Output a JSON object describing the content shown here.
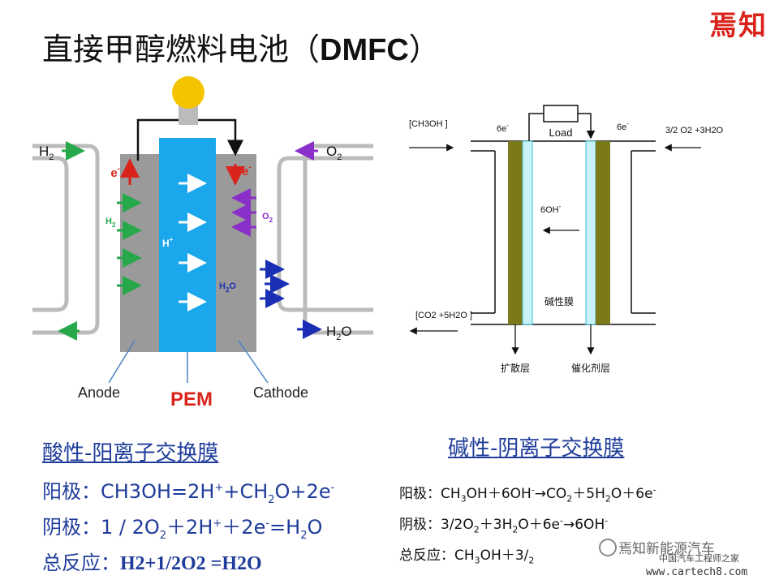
{
  "title": {
    "text": "直接甲醇燃料电池（",
    "bold": "DMFC",
    "end": "）"
  },
  "logo": "焉知",
  "acid_diagram": {
    "h2_in": "H",
    "h2_sub": "2",
    "o2_in": "O",
    "o2_sub": "2",
    "e_left": "e",
    "e_right": "e",
    "e_sup": "-",
    "h2_inner": "H",
    "h2_inner_sub": "2",
    "o2_inner": "O",
    "o2_inner_sub": "2",
    "hplus": "H",
    "hplus_sup": "+",
    "h2o_inner": "H",
    "h2o_inner_sub": "2",
    "h2o_inner_tail": "O",
    "h2o_out": "H",
    "h2o_out_sub": "2",
    "h2o_out_tail": "O",
    "anode": "Anode",
    "cathode": "Cathode",
    "pem": "PEM"
  },
  "alkaline_diagram": {
    "ch3oh_in": "[CH3OH ]",
    "e_left": "6e",
    "e_right": "6e",
    "e_sup": "-",
    "load": "Load",
    "o2_in": "3/2 O2 +3H2O",
    "oh": "6OH",
    "oh_sup": "-",
    "membrane": "碱性膜",
    "co2_out": "[CO2 +5H2O ]",
    "diffusion": "扩散层",
    "catalyst": "催化剂层"
  },
  "acid": {
    "heading": "酸性-阳离子交换膜",
    "anode_label": "阳极：",
    "anode_eq": {
      "a": "CH3OH=2H",
      "b": "+",
      "c": "+CH",
      "d": "2",
      "e": "O+2e",
      "f": "-"
    },
    "cathode_label": "阴极：",
    "cathode_eq": {
      "a": "1 / 2O",
      "b": "2",
      "c": "＋2H",
      "d": "+",
      "e": "＋2e",
      "f": "-",
      "g": "=H",
      "h": "2",
      "i": "O"
    },
    "total_label": "总反应：",
    "total_eq": "H2+1/2O2 =H2O"
  },
  "alkaline": {
    "heading": "碱性-阴离子交换膜",
    "anode_label": "阳极：",
    "anode_eq": {
      "a": "CH",
      "b": "3",
      "c": "OH＋6OH",
      "d": "-",
      "e": "→CO",
      "f": "2",
      "g": "＋5H",
      "h": "2",
      "i": "O＋6e",
      "j": "-"
    },
    "cathode_label": "阴极：",
    "cathode_eq": {
      "a": "3/2O",
      "b": "2",
      "c": "＋3H",
      "d": "2",
      "e": "O＋6e",
      "f": "-",
      "g": "→6OH",
      "h": "-"
    },
    "total_label": "总反应：",
    "total_eq": {
      "a": "CH",
      "b": "3",
      "c": "OH＋3/",
      "d": "2"
    }
  },
  "watermark": {
    "brand": "焉知新能源汽车",
    "url": "www.cartech8.com",
    "tag": "中国汽车工程师之家"
  }
}
